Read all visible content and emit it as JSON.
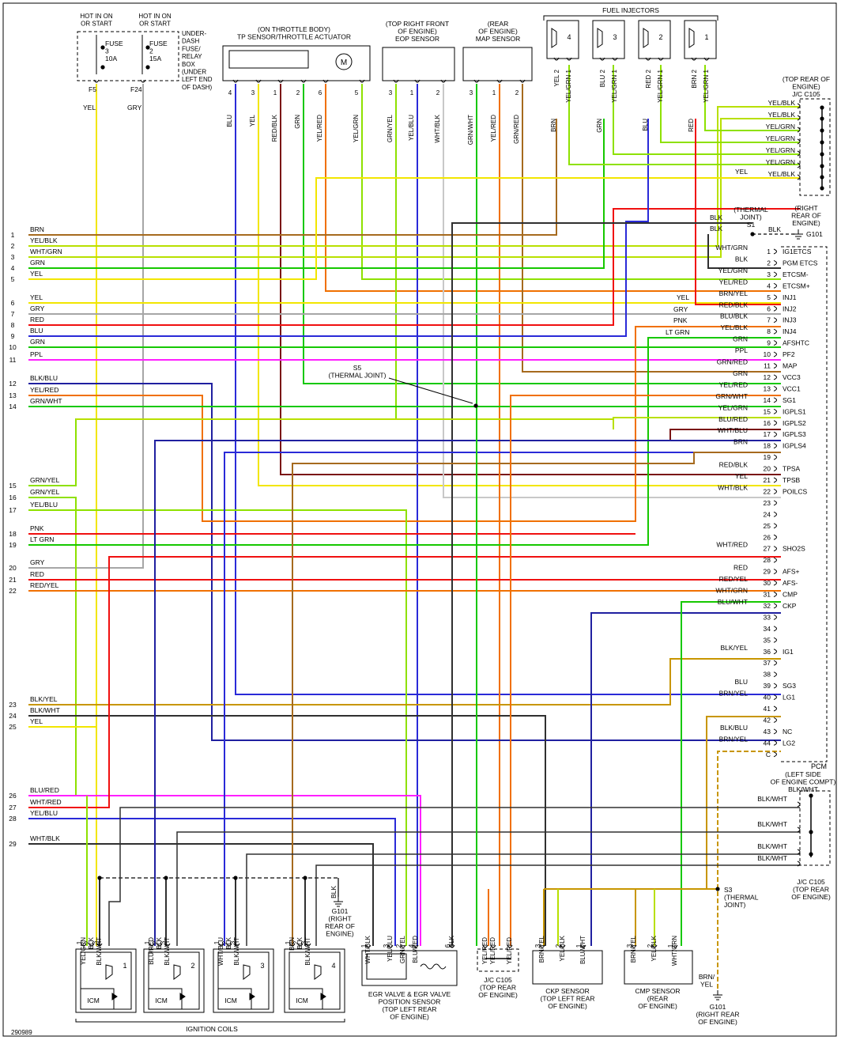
{
  "figure_id": "290989",
  "colors": {
    "YEL": "#f2e600",
    "GRY": "#a6a6a6",
    "BRN": "#a66a1e",
    "WHT": "#c8c8c8",
    "GRN": "#16c800",
    "RED": "#f01010",
    "BLU": "#2a2ad8",
    "PPL": "#ff20ff",
    "PNK": "#ff20ff",
    "BLK": "#303030",
    "DBLU": "#2020a0",
    "ORG": "#f07000",
    "LTGRN": "#8ee100",
    "YG": "#b8e000",
    "DRED": "#7a1414",
    "GOLD": "#c89600"
  },
  "fuse_box": {
    "f5_hot": "HOT IN ON\nOR START",
    "f24_hot": "HOT IN ON\nOR START",
    "fuse3": "FUSE\n3\n10A",
    "fuse2": "FUSE\n2\n15A",
    "box_label": "UNDER-\nDASH\nFUSE/\nRELAY\nBOX\n(UNDER\nLEFT END\nOF DASH)",
    "f5": "F5",
    "f24": "F24",
    "yel": "YEL",
    "gry": "GRY"
  },
  "throttle": {
    "title": "(ON THROTTLE BODY)\nTP SENSOR/THROTTLE ACTUATOR",
    "motor": "M",
    "pins": [
      "4",
      "3",
      "1",
      "2",
      "6",
      "5"
    ],
    "wires": [
      "BLU",
      "YEL",
      "RED/BLK",
      "GRN",
      "YEL/RED",
      "YEL/GRN"
    ]
  },
  "eop": {
    "title": "(TOP RIGHT FRONT\nOF ENGINE)\nEOP SENSOR",
    "pins": [
      "3",
      "1",
      "2"
    ],
    "wires": [
      "GRN/YEL",
      "YEL/BLU",
      "WHT/BLK"
    ]
  },
  "map": {
    "title": "(REAR\nOF ENGINE)\nMAP SENSOR",
    "pins": [
      "3",
      "1",
      "2"
    ],
    "wires": [
      "GRN/WHT",
      "YEL/RED",
      "GRN/RED"
    ]
  },
  "injectors": {
    "title": "FUEL INJECTORS",
    "numbers": [
      "4",
      "3",
      "2",
      "1"
    ],
    "pin2": [
      "YEL 2",
      "BLU 2",
      "RED 2",
      "BRN 2"
    ],
    "pin1": [
      "YEL/GRN 1",
      "YEL/GRN 1",
      "YEL/GRN 1",
      "YEL/GRN 1"
    ],
    "lower": [
      "BRN",
      "GRN",
      "BLU",
      "RED"
    ]
  },
  "jc105_top": {
    "title": "(TOP REAR OF\nENGINE)\nJ/C C105",
    "wires": [
      "YEL/BLK",
      "YEL/BLK",
      "YEL/GRN",
      "YEL/GRN",
      "YEL/GRN",
      "YEL/GRN",
      "YEL/BLK"
    ],
    "yel": "YEL"
  },
  "s1": {
    "label": "(THERMAL\nJOINT)\nS1",
    "blk": [
      "BLK",
      "BLK",
      "BLK"
    ],
    "g101": "G101",
    "g101_loc": "(RIGHT\nREAR OF\nENGINE)"
  },
  "left_wires": [
    {
      "n": "1",
      "c": "BRN"
    },
    {
      "n": "2",
      "c": "YEL/BLK"
    },
    {
      "n": "3",
      "c": "WHT/GRN"
    },
    {
      "n": "4",
      "c": "GRN"
    },
    {
      "n": "5",
      "c": "YEL"
    },
    {
      "n": "6",
      "c": "YEL"
    },
    {
      "n": "7",
      "c": "GRY"
    },
    {
      "n": "8",
      "c": "RED"
    },
    {
      "n": "9",
      "c": "BLU"
    },
    {
      "n": "10",
      "c": "GRN"
    },
    {
      "n": "11",
      "c": "PPL"
    },
    {
      "n": "12",
      "c": "BLK/BLU"
    },
    {
      "n": "13",
      "c": "YEL/RED"
    },
    {
      "n": "14",
      "c": "GRN/WHT"
    },
    {
      "n": "15",
      "c": "GRN/YEL"
    },
    {
      "n": "16",
      "c": "GRN/YEL"
    },
    {
      "n": "17",
      "c": "YEL/BLU"
    },
    {
      "n": "18",
      "c": "PNK"
    },
    {
      "n": "19",
      "c": "LT GRN"
    },
    {
      "n": "20",
      "c": "GRY"
    },
    {
      "n": "21",
      "c": "RED"
    },
    {
      "n": "22",
      "c": "RED/YEL"
    },
    {
      "n": "23",
      "c": "BLK/YEL"
    },
    {
      "n": "24",
      "c": "BLK/WHT"
    },
    {
      "n": "25",
      "c": "YEL"
    },
    {
      "n": "26",
      "c": "BLU/RED"
    },
    {
      "n": "27",
      "c": "WHT/RED"
    },
    {
      "n": "28",
      "c": "YEL/BLU"
    },
    {
      "n": "29",
      "c": "WHT/BLK"
    }
  ],
  "pcm": {
    "label": "PCM",
    "pins": [
      {
        "n": "1",
        "w": "WHT/GRN",
        "f": "IG1ETCS"
      },
      {
        "n": "2",
        "w": "BLK",
        "f": "PGM ETCS"
      },
      {
        "n": "3",
        "w": "YEL/GRN",
        "f": "ETCSM-"
      },
      {
        "n": "4",
        "w": "YEL/RED",
        "f": "ETCSM+"
      },
      {
        "n": "5",
        "w": "BRN/YEL",
        "f": "INJ1"
      },
      {
        "n": "6",
        "w": "RED/BLK",
        "f": "INJ2"
      },
      {
        "n": "7",
        "w": "BLU/BLK",
        "f": "INJ3"
      },
      {
        "n": "8",
        "w": "YEL/BLK",
        "f": "INJ4"
      },
      {
        "n": "9",
        "w": "GRN",
        "f": "AFSHTC"
      },
      {
        "n": "10",
        "w": "PPL",
        "f": "PF2"
      },
      {
        "n": "11",
        "w": "GRN/RED",
        "f": "MAP"
      },
      {
        "n": "12",
        "w": "GRN",
        "f": "VCC3"
      },
      {
        "n": "13",
        "w": "YEL/RED",
        "f": "VCC1"
      },
      {
        "n": "14",
        "w": "GRN/WHT",
        "f": "SG1"
      },
      {
        "n": "15",
        "w": "YEL/GRN",
        "f": "IGPLS1"
      },
      {
        "n": "16",
        "w": "BLU/RED",
        "f": "IGPLS2"
      },
      {
        "n": "17",
        "w": "WHT/BLU",
        "f": "IGPLS3"
      },
      {
        "n": "18",
        "w": "BRN",
        "f": "IGPLS4"
      },
      {
        "n": "19",
        "w": "",
        "f": ""
      },
      {
        "n": "20",
        "w": "RED/BLK",
        "f": "TPSA"
      },
      {
        "n": "21",
        "w": "YEL",
        "f": "TPSB"
      },
      {
        "n": "22",
        "w": "WHT/BLK",
        "f": "POILCS"
      },
      {
        "n": "23",
        "w": "",
        "f": ""
      },
      {
        "n": "24",
        "w": "",
        "f": ""
      },
      {
        "n": "25",
        "w": "",
        "f": ""
      },
      {
        "n": "26",
        "w": "",
        "f": ""
      },
      {
        "n": "27",
        "w": "WHT/RED",
        "f": "SHO2S"
      },
      {
        "n": "28",
        "w": "",
        "f": ""
      },
      {
        "n": "29",
        "w": "RED",
        "f": "AFS+"
      },
      {
        "n": "30",
        "w": "RED/YEL",
        "f": "AFS-"
      },
      {
        "n": "31",
        "w": "WHT/GRN",
        "f": "CMP"
      },
      {
        "n": "32",
        "w": "BLU/WHT",
        "f": "CKP"
      },
      {
        "n": "33",
        "w": "",
        "f": ""
      },
      {
        "n": "34",
        "w": "",
        "f": ""
      },
      {
        "n": "35",
        "w": "",
        "f": ""
      },
      {
        "n": "36",
        "w": "BLK/YEL",
        "f": "IG1"
      },
      {
        "n": "37",
        "w": "",
        "f": ""
      },
      {
        "n": "38",
        "w": "",
        "f": ""
      },
      {
        "n": "39",
        "w": "BLU",
        "f": "SG3"
      },
      {
        "n": "40",
        "w": "BRN/YEL",
        "f": "LG1"
      },
      {
        "n": "41",
        "w": "",
        "f": ""
      },
      {
        "n": "42",
        "w": "",
        "f": ""
      },
      {
        "n": "43",
        "w": "BLK/BLU",
        "f": "NC"
      },
      {
        "n": "44",
        "w": "BRN/YEL",
        "f": "LG2"
      },
      {
        "n": "C",
        "w": "",
        "f": ""
      }
    ],
    "ext_labels": [
      "YEL",
      "GRY",
      "PNK",
      "LT GRN"
    ]
  },
  "s5": {
    "label": "S5\n(THERMAL JOINT)"
  },
  "jc105_left": {
    "title": "(LEFT SIDE\nOF ENGINE COMPT)\nBLK/WHT",
    "wires": [
      "BLK/WHT",
      "BLK/WHT",
      "BLK/WHT",
      "BLK/WHT"
    ],
    "bottom": "J/C C105\n(TOP REAR\nOF ENGINE)"
  },
  "coils": {
    "title": "IGNITION COILS",
    "icm": "ICM",
    "numbers": [
      "1",
      "2",
      "3",
      "4"
    ],
    "wires": [
      [
        "YEL/GRN",
        "BLK",
        "BLK/WHT"
      ],
      [
        "BLU/RED",
        "BLK",
        "BLK/WHT"
      ],
      [
        "WHT/BLU",
        "BLK",
        "BLK/WHT"
      ],
      [
        "BRN",
        "BLK",
        "BLK/WHT"
      ]
    ],
    "pins": [
      "1",
      "2",
      "3"
    ]
  },
  "g101_coil": {
    "blk": "BLK",
    "label": "G101\n(RIGHT\nREAR OF\nENGINE)"
  },
  "egr": {
    "title": "EGR VALVE & EGR VALVE\nPOSITION SENSOR\n(TOP LEFT REAR\nOF ENGINE)",
    "wires": [
      "WHT/BLK",
      "YEL/BLU",
      "GRN/YEL",
      "BLU/RED",
      "BLK"
    ],
    "pins": [
      "1",
      "3",
      "2",
      "4",
      "6"
    ]
  },
  "jc105_bottom": {
    "wires": [
      "YEL/RED",
      "YEL/RED",
      "YEL/RED"
    ],
    "label": "J/C C105\n(TOP REAR\nOF ENGINE)"
  },
  "ckp": {
    "title": "CKP SENSOR\n(TOP LEFT REAR\nOF ENGINE)",
    "wires": [
      "BRN/YEL",
      "YEL/BLK",
      "BLU/WHT"
    ],
    "pins": [
      "3",
      "2",
      "1"
    ]
  },
  "cmp": {
    "title": "CMP SENSOR\n(REAR\nOF ENGINE)",
    "wires": [
      "BRN/YEL",
      "YEL/BLK",
      "WHT/GRN"
    ],
    "pins": [
      "3",
      "2",
      "1"
    ]
  },
  "s3": {
    "label": "S3\n(THERMAL\nJOINT)"
  },
  "g101_bottom": {
    "wire": "BRN/\nYEL",
    "label": "G101\n(RIGHT REAR\nOF ENGINE)"
  }
}
